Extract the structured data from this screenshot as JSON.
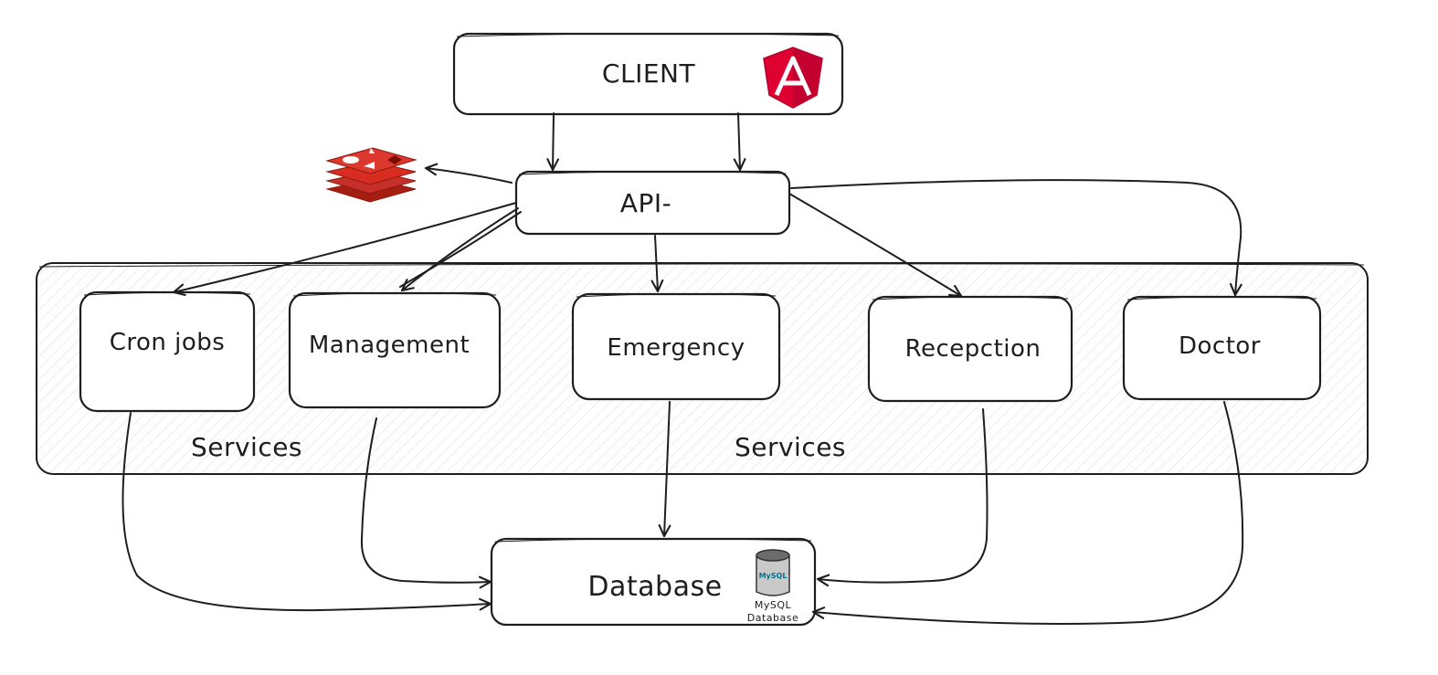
{
  "client": {
    "label": "CLIENT"
  },
  "api": {
    "label": "API-"
  },
  "services": [
    {
      "label": "Cron jobs"
    },
    {
      "label": "Management"
    },
    {
      "label": "Emergency"
    },
    {
      "label": "Recepction"
    },
    {
      "label": "Doctor"
    }
  ],
  "group_labels": [
    "Services",
    "Services"
  ],
  "database": {
    "label": "Database",
    "logo_text": "MySQL",
    "caption_line1": "MySQL",
    "caption_line2": "Database"
  },
  "icons": [
    "angular-logo-icon",
    "redis-logo-icon",
    "mysql-database-icon"
  ],
  "colors": {
    "stroke": "#1e1e1e",
    "angular": "#dd0031",
    "redis": "#c6302b",
    "mysql_blue": "#00758f",
    "mysql_orange": "#f29111"
  }
}
